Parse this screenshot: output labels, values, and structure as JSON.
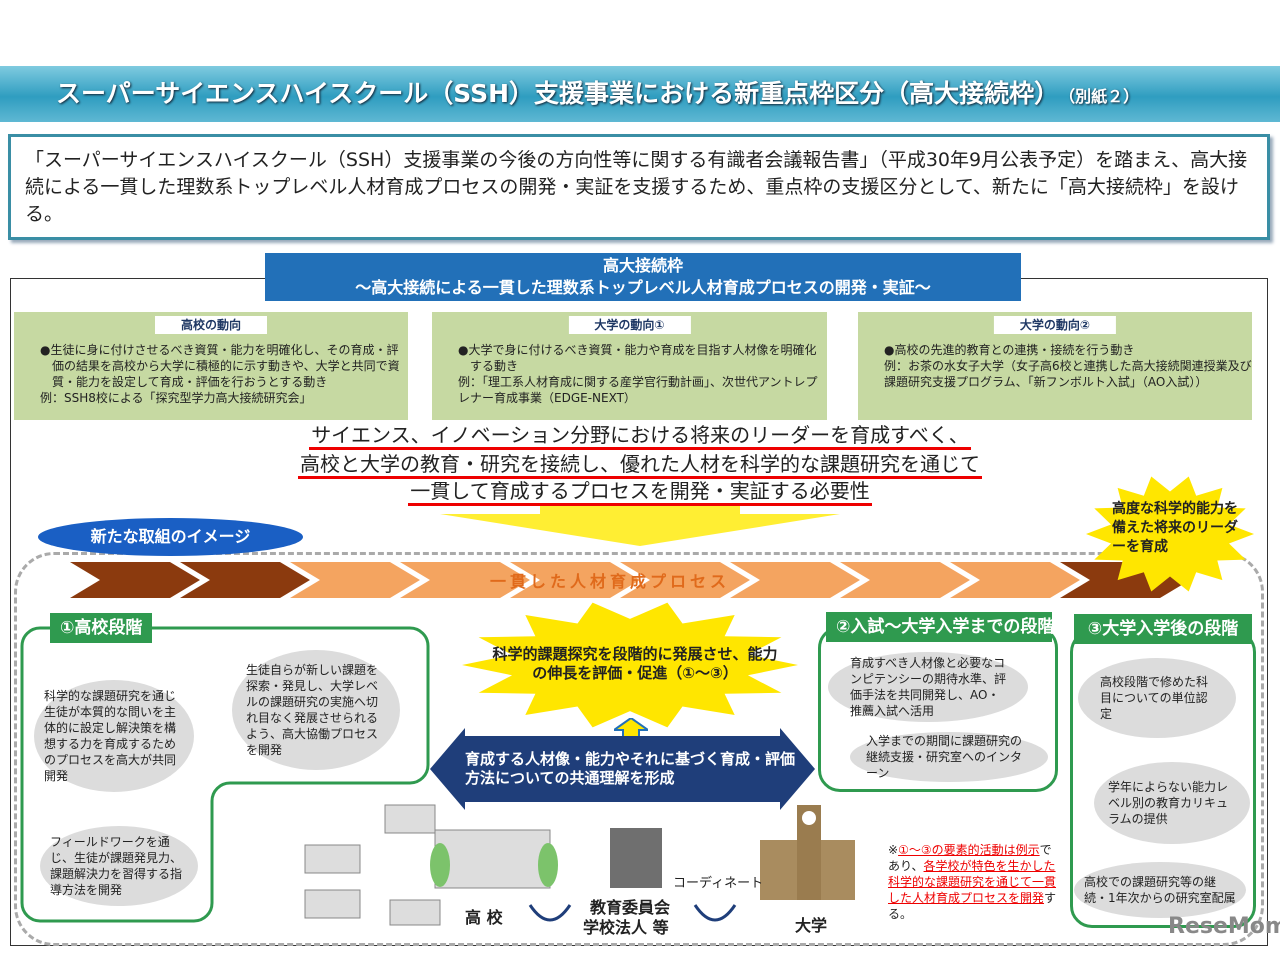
{
  "title": {
    "main": "スーパーサイエンスハイスクール（SSH）支援事業における新重点枠区分（高大接続枠）",
    "suffix": "（別紙２）"
  },
  "intro": "「スーパーサイエンスハイスクール（SSH）支援事業の今後の方向性等に関する有識者会議報告書」（平成30年9月公表予定）を踏まえ、高大接続による一貫した理数系トップレベル人材育成プロセスの開発・実証を支援するため、重点枠の支援区分として、新たに「高大接続枠」を設ける。",
  "header": {
    "line1": "高大接続枠",
    "line2": "～高大接続による一貫した理数系トップレベル人材育成プロセスの開発・実証～"
  },
  "trends": [
    {
      "label": "高校の動向",
      "text": "●生徒に身に付けさせるべき資質・能力を明確化し、その育成・評価の結果を高校から大学に積極的に示す動きや、大学と共同で資質・能力を設定して育成・評価を行おうとする動き",
      "example": "例：SSH8校による「探究型学力高大接続研究会」"
    },
    {
      "label": "大学の動向①",
      "text": "●大学で身に付けるべき資質・能力や育成を目指す人材像を明確化する動き",
      "example": "例：「理工系人材育成に関する産学官行動計画」、次世代アントレプレナー育成事業（EDGE-NEXT）"
    },
    {
      "label": "大学の動向②",
      "text": "●高校の先進的教育との連携・接続を行う動き",
      "example": "例：お茶の水女子大学（女子高6校と連携した高大接続関連授業及び課題研究支援プログラム、「新フンボルト入試」（AO入試））"
    }
  ],
  "necessity": [
    "サイエンス、イノベーション分野における将来のリーダーを育成すべく、",
    "高校と大学の教育・研究を接続し、優れた人材を科学的な課題研究を通じて",
    "一貫して育成するプロセスを開発・実証する必要性"
  ],
  "image_label": "新たな取組のイメージ",
  "goal": "高度な科学的能力を備えた将来のリーダーを育成",
  "process_label": "一貫した人材育成プロセス",
  "center_burst": "科学的課題探究を段階的に発展させ、能力の伸長を評価・促進（①～③）",
  "shared_understanding": "育成する人材像・能力やそれに基づく育成・評価方法についての共通理解を形成",
  "stages": [
    {
      "title": "①高校段階",
      "items": [
        "科学的な課題研究を通じ生徒が本質的な問いを主体的に設定し解決策を構想する力を育成するためのプロセスを高大が共同開発",
        "生徒自らが新しい課題を探索・発見し、大学レベルの課題研究の実施へ切れ目なく発展させられるよう、高大協働プロセスを開発",
        "フィールドワークを通じ、生徒が課題発見力、課題解決力を習得する指導方法を開発"
      ]
    },
    {
      "title": "②入試～大学入学までの段階",
      "items": [
        "育成すべき人材像と必要なコンピテンシーの期待水準、評価手法を共同開発し、AO・推薦入試へ活用",
        "入学までの期間に課題研究の継続支援・研究室へのインターン"
      ]
    },
    {
      "title": "③大学入学後の段階",
      "items": [
        "高校段階で修めた科目についての単位認定",
        "学年によらない能力レベル別の教育カリキュラムの提供",
        "高校での課題研究等の継続・1年次からの研究室配属"
      ]
    }
  ],
  "actors": {
    "high_school": "高 校",
    "board": "教育委員会",
    "corp": "学校法人 等",
    "coordinate": "コーディネート",
    "university": "大学"
  },
  "note": {
    "mark": "※",
    "r1": "①～③の要素的活動は例示",
    "t1": "であり、",
    "r2": "各学校が特色を生かした科学的な課題研究を通じて一貫した人材育成プロセスを開発",
    "t2": "する。"
  },
  "watermark": "ReseMom",
  "colors": {
    "title_band": "#2f9dc0",
    "header_blue": "#2270b8",
    "trend_green": "#c6d9a2",
    "stage_green": "#2f9a4f",
    "underline_red": "#e00000",
    "chevron_orange": "#f4a460",
    "chevron_brown": "#8b3a0e"
  }
}
